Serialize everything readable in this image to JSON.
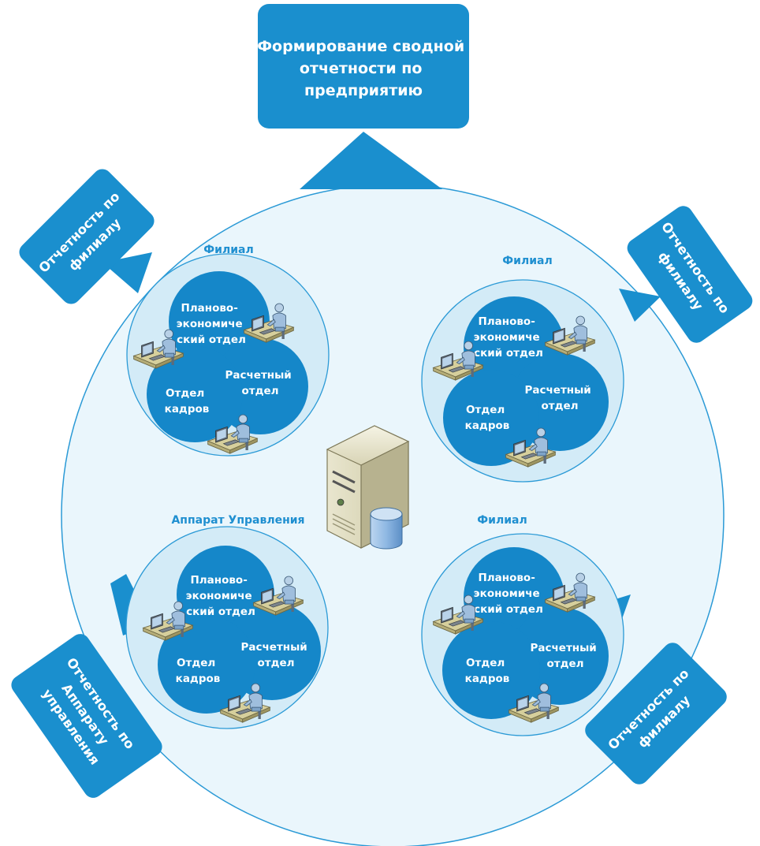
{
  "colors": {
    "accent": "#1a93d2",
    "callout": "#1a8fce",
    "outer_circle_fill": "#e9f5fb",
    "outer_circle_stroke": "#2b9ad6",
    "cluster_fill": "#d2ebf7",
    "dept_fill": "#1587c9",
    "label": "#1f8fd0"
  },
  "top_callout": {
    "lines": [
      "Формирование сводной",
      "отчетности по",
      "предприятию"
    ]
  },
  "corner_callouts": {
    "top_left": {
      "lines": [
        "Отчетность по",
        "филиалу"
      ]
    },
    "top_right": {
      "lines": [
        "Отчетность по",
        "филиалу"
      ]
    },
    "bottom_left": {
      "lines": [
        "Отчетность по",
        "Аппарату",
        "управления"
      ]
    },
    "bottom_right": {
      "lines": [
        "Отчетность по",
        "филиалу"
      ]
    }
  },
  "clusters": {
    "top_left": {
      "label": "Филиал",
      "departments": {
        "planning": [
          "Планово-",
          "экономиче",
          "ский отдел"
        ],
        "payroll": [
          "Расчетный",
          "отдел"
        ],
        "hr": [
          "Отдел",
          "кадров"
        ]
      }
    },
    "top_right": {
      "label": "Филиал",
      "departments": {
        "planning": [
          "Планово-",
          "экономиче",
          "ский отдел"
        ],
        "payroll": [
          "Расчетный",
          "отдел"
        ],
        "hr": [
          "Отдел",
          "кадров"
        ]
      }
    },
    "bottom_left": {
      "label": "Аппарат Управления",
      "departments": {
        "planning": [
          "Планово-",
          "экономиче",
          "ский отдел"
        ],
        "payroll": [
          "Расчетный",
          "отдел"
        ],
        "hr": [
          "Отдел",
          "кадров"
        ]
      }
    },
    "bottom_right": {
      "label": "Филиал",
      "departments": {
        "planning": [
          "Планово-",
          "экономиче",
          "ский отдел"
        ],
        "payroll": [
          "Расчетный",
          "отдел"
        ],
        "hr": [
          "Отдел",
          "кадров"
        ]
      }
    }
  },
  "icons": {
    "server": "server-icon",
    "database": "database-icon",
    "workstation": "workstation-icon"
  }
}
